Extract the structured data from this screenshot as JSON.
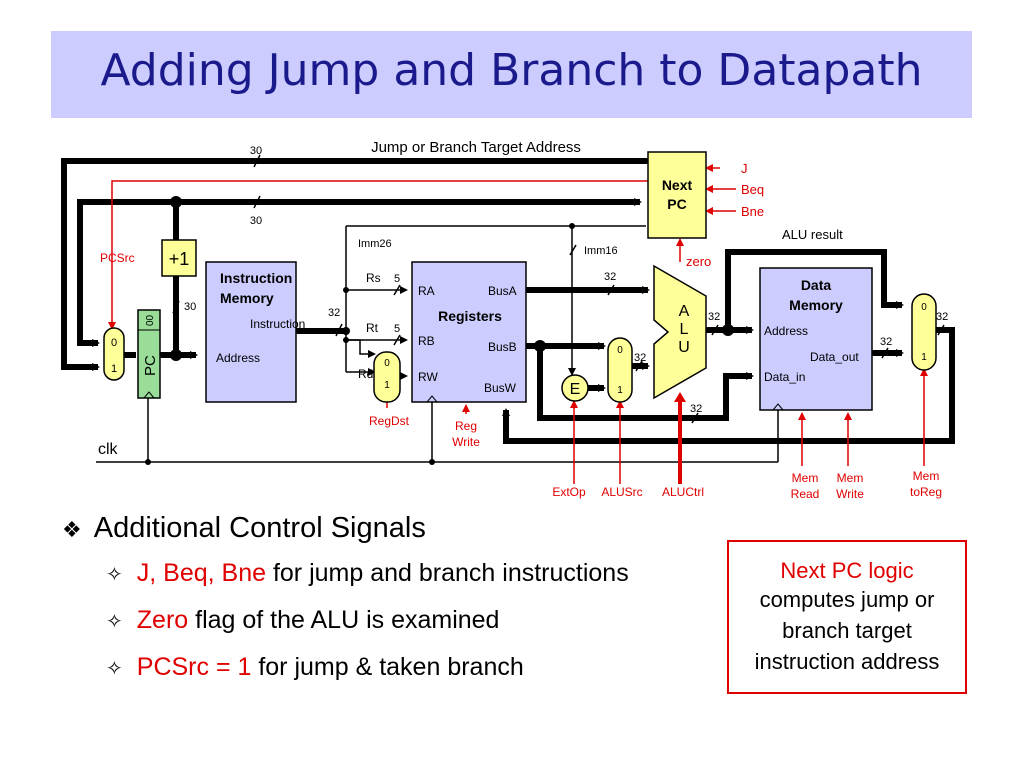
{
  "title": "Adding Jump and Branch to Datapath",
  "labels": {
    "jump_branch_target": "Jump or Branch Target Address",
    "w30_top": "30",
    "w30_mid": "30",
    "w30_pc": "30",
    "next_pc": "Next",
    "next_pc2": "PC",
    "j": "J",
    "beq": "Beq",
    "bne": "Bne",
    "alu_result": "ALU result",
    "zero": "zero",
    "pcsrc": "PCSrc",
    "plus1": "+1",
    "imem1": "Instruction",
    "imem2": "Memory",
    "imem_instr": "Instruction",
    "imem_addr": "Address",
    "w32_instr": "32",
    "imm26": "Imm26",
    "imm16": "Imm16",
    "rs": "Rs",
    "rt": "Rt",
    "rd": "Rd",
    "w5_rs": "5",
    "w5_rt": "5",
    "ra": "RA",
    "rb": "RB",
    "rw": "RW",
    "registers": "Registers",
    "busa": "BusA",
    "busb": "BusB",
    "busw": "BusW",
    "w32_busa": "32",
    "w32_busb": "32",
    "w32_alu": "32",
    "w32_wb": "32",
    "w32_dout": "32",
    "w32_out": "32",
    "e": "E",
    "alu_a": "A",
    "alu_l": "L",
    "alu_u": "U",
    "dmem1": "Data",
    "dmem2": "Memory",
    "dmem_addr": "Address",
    "dmem_dout": "Data_out",
    "dmem_din": "Data_in",
    "pc": "PC",
    "pc00": "00",
    "mux0": "0",
    "mux1": "1",
    "clk": "clk",
    "regdst": "RegDst",
    "regwrite1": "Reg",
    "regwrite2": "Write",
    "extop": "ExtOp",
    "alusrc": "ALUSrc",
    "aluctrl": "ALUCtrl",
    "memread1": "Mem",
    "memread2": "Read",
    "memwrite1": "Mem",
    "memwrite2": "Write",
    "memtoreg1": "Mem",
    "memtoreg2": "toReg"
  },
  "bullets": {
    "main": "Additional Control Signals",
    "sub1_red": "J, Beq, Bne",
    "sub1_rest": " for jump and branch instructions",
    "sub2_red": "Zero",
    "sub2_rest": " flag of the ALU is examined",
    "sub3_red": "PCSrc = 1",
    "sub3_rest": " for jump & taken branch"
  },
  "note": {
    "line1": "Next PC logic",
    "line2": "computes jump or",
    "line3": "branch target",
    "line4": "instruction address"
  },
  "colors": {
    "title_bg": "#ccccff",
    "title_text": "#1a1a8c",
    "control_red": "#e00000",
    "memory_fill": "#ccccff",
    "mux_fill": "#ffff99",
    "pc_fill": "#99dd99"
  }
}
